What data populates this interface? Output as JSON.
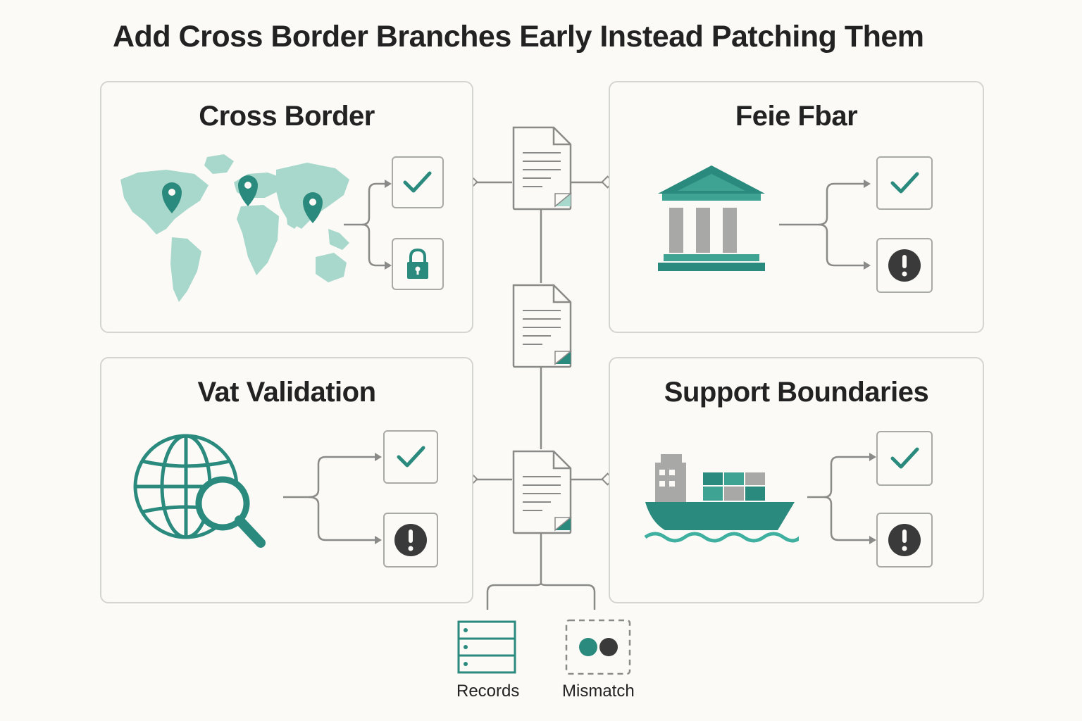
{
  "title": "Add Cross Border Branches Early Instead Patching Them",
  "panels": [
    {
      "title": "Cross Border",
      "icon": "world-map-icon",
      "outcomes": [
        "check-icon",
        "lock-icon"
      ]
    },
    {
      "title": "Feie Fbar",
      "icon": "bank-building-icon",
      "outcomes": [
        "check-icon",
        "alert-icon"
      ]
    },
    {
      "title": "Vat Validation",
      "icon": "globe-search-icon",
      "outcomes": [
        "check-icon",
        "alert-icon"
      ]
    },
    {
      "title": "Support Boundaries",
      "icon": "cargo-ship-icon",
      "outcomes": [
        "check-icon",
        "alert-icon"
      ]
    }
  ],
  "center_icons": [
    "document-icon",
    "document-icon",
    "document-icon"
  ],
  "bottom": [
    {
      "label": "Records",
      "icon": "records-server-icon"
    },
    {
      "label": "Mismatch",
      "icon": "mismatch-dots-icon"
    }
  ],
  "colors": {
    "teal": "#2a8a7d",
    "teal_light": "#a8d8cc",
    "gray": "#8a8a88",
    "dark": "#3a3a3a",
    "border": "#d4d4d0"
  }
}
